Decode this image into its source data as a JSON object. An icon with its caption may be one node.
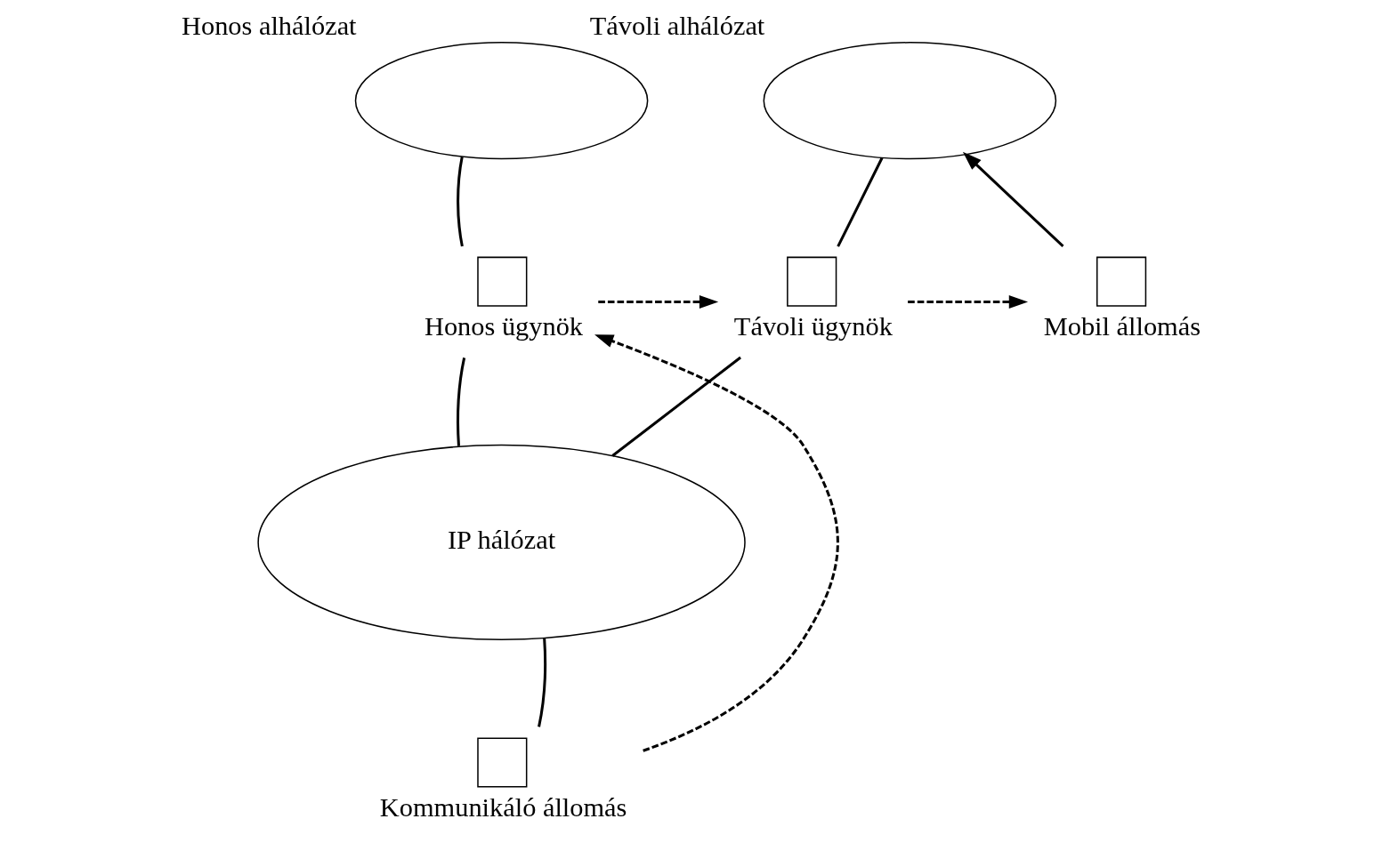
{
  "diagram": {
    "nodes": [
      {
        "text": [
          "Honos alhálózat"
        ]
      },
      {
        "text": [
          "Távoli alhálózat"
        ]
      },
      {
        "text": [
          "Honos ügynök"
        ]
      },
      {
        "text": [
          "Távoli ügynök"
        ]
      },
      {
        "text": [
          "Mobil állomás"
        ]
      },
      {
        "text": [
          "IP hálózat"
        ]
      },
      {
        "text": [
          "Kommunikáló állomás"
        ]
      }
    ],
    "edges": [
      {
        "from": 0,
        "to": 2,
        "arrow": "none"
      },
      {
        "from": 1,
        "to": 3,
        "arrow": "none"
      },
      {
        "from": 2,
        "to": 5,
        "arrow": "none"
      },
      {
        "from": 3,
        "to": 5,
        "arrow": "none"
      },
      {
        "from": 6,
        "to": 5,
        "arrow": "none"
      },
      {
        "from": 6,
        "to": 2,
        "arrow": "to",
        "style": "dashed"
      },
      {
        "from": 2,
        "to": 3,
        "arrow": "to",
        "style": "dashed"
      },
      {
        "from": 3,
        "to": 4,
        "arrow": "to",
        "style": "dashed"
      },
      {
        "from": 4,
        "to": 1,
        "arrow": "to"
      }
    ]
  }
}
